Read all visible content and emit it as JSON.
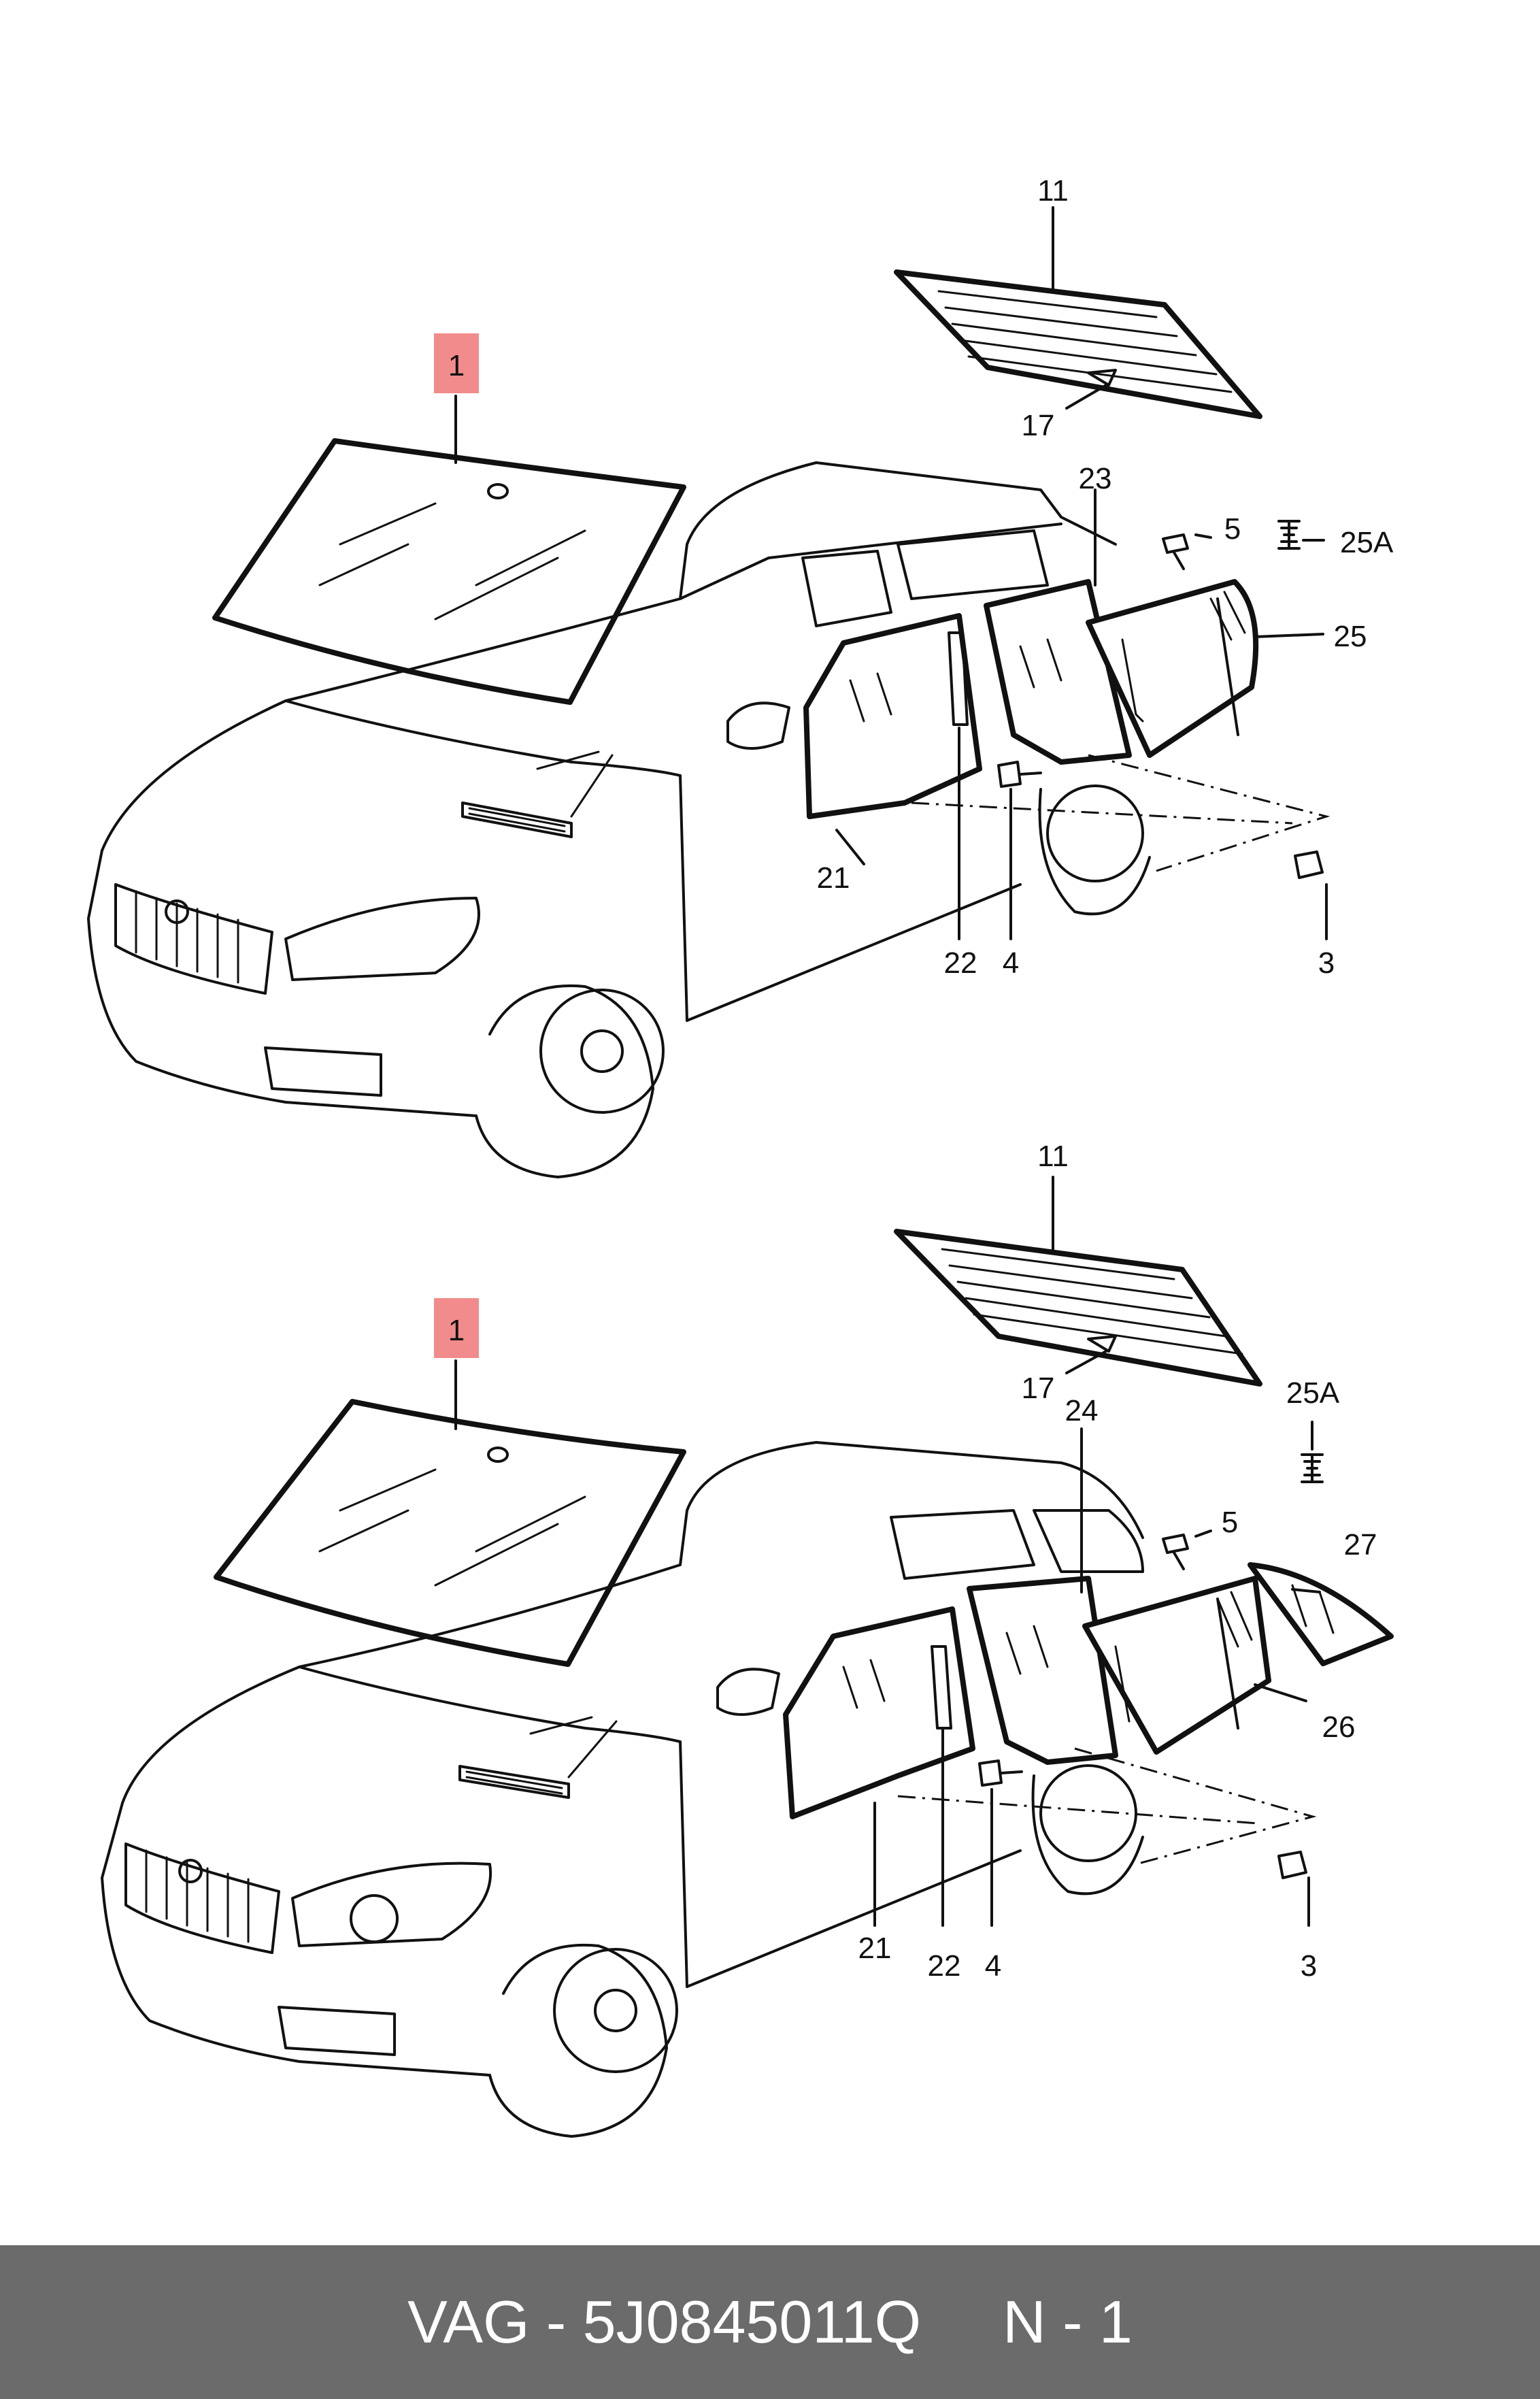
{
  "footer": {
    "part": "VAG - 5J0845011Q",
    "ref": "N - 1"
  },
  "accent": "#f28b8b",
  "top_view": {
    "labels": [
      "11",
      "17",
      "1",
      "23",
      "5",
      "25A",
      "25",
      "21",
      "22",
      "4",
      "3"
    ]
  },
  "bottom_view": {
    "labels": [
      "11",
      "17",
      "1",
      "24",
      "25A",
      "5",
      "27",
      "26",
      "21",
      "22",
      "4",
      "3"
    ]
  }
}
